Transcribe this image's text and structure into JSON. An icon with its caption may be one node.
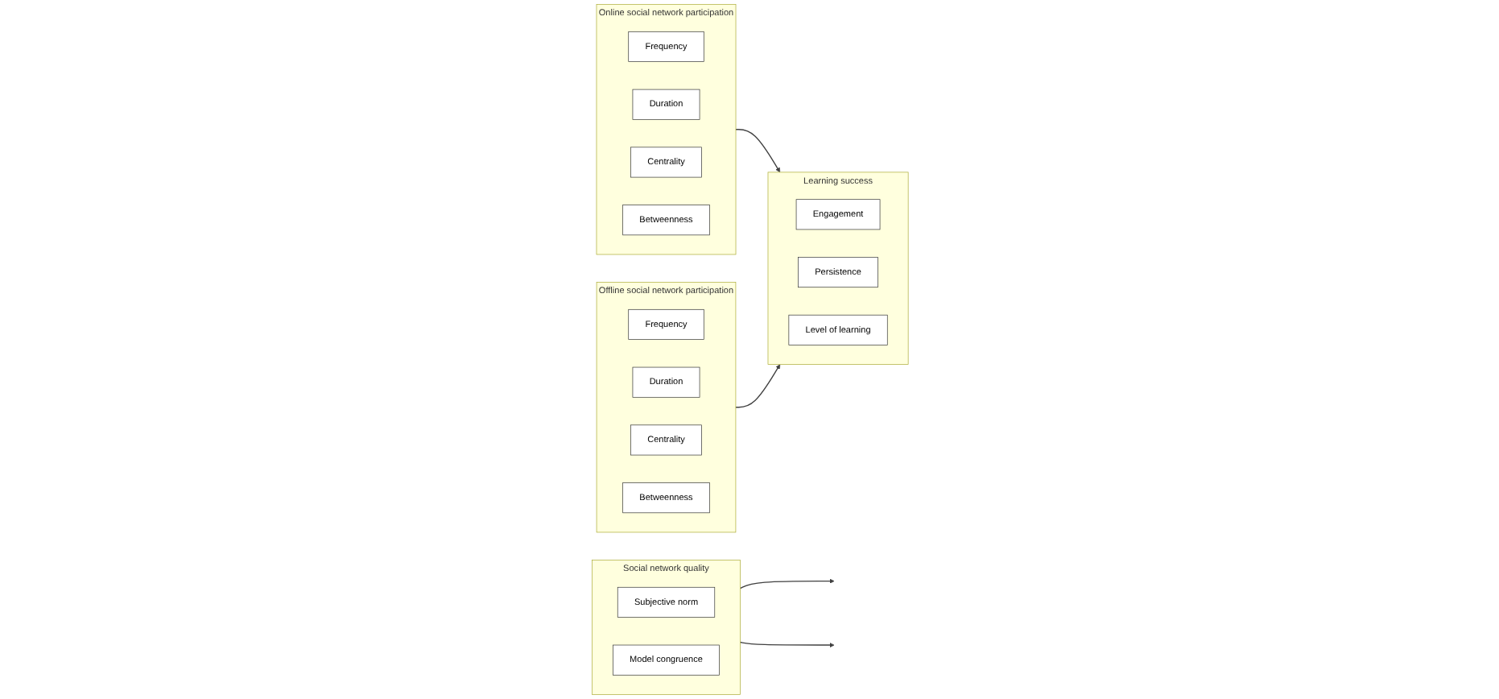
{
  "diagram": {
    "nodes": [
      {
        "text": [
          "Social network quality"
        ]
      },
      {
        "text": [
          "Subjective norm"
        ],
        "in": 0
      },
      {
        "text": [
          "Model congruence"
        ],
        "in": 0
      },
      {
        "text": [
          "Online social network participation"
        ]
      },
      {
        "text": [
          "Frequency"
        ],
        "in": 3
      },
      {
        "text": [
          "Duration"
        ],
        "in": 3
      },
      {
        "text": [
          "Centrality"
        ],
        "in": 3
      },
      {
        "text": [
          "Betweenness"
        ],
        "in": 3
      },
      {
        "text": [
          "Offline social network participation"
        ]
      },
      {
        "text": [
          "Frequency"
        ],
        "in": 8
      },
      {
        "text": [
          "Duration"
        ],
        "in": 8
      },
      {
        "text": [
          "Centrality"
        ],
        "in": 8
      },
      {
        "text": [
          "Betweenness"
        ],
        "in": 8
      },
      {
        "text": [
          "Learning success"
        ]
      },
      {
        "text": [
          "Engagement"
        ],
        "in": 13
      },
      {
        "text": [
          "Persistence"
        ],
        "in": 13
      },
      {
        "text": [
          "Level of learning"
        ],
        "in": 13
      }
    ],
    "edges": [
      {
        "from": 3,
        "to": 13,
        "arrow": "to"
      },
      {
        "from": 8,
        "to": 13,
        "arrow": "to"
      },
      {
        "from": 0,
        "to": null,
        "arrow": "to"
      },
      {
        "from": 0,
        "to": null,
        "arrow": "to"
      }
    ]
  }
}
